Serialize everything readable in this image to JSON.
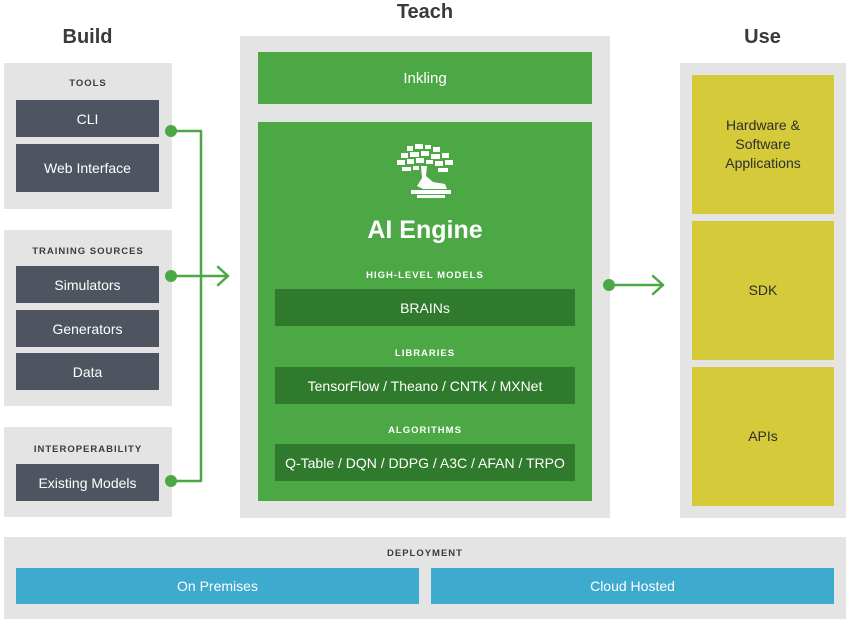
{
  "columns": {
    "build": "Build",
    "teach": "Teach",
    "use": "Use"
  },
  "build": {
    "tools": {
      "label": "TOOLS",
      "items": [
        "CLI",
        "Web Interface"
      ]
    },
    "training_sources": {
      "label": "TRAINING SOURCES",
      "items": [
        "Simulators",
        "Generators",
        "Data"
      ]
    },
    "interoperability": {
      "label": "INTEROPERABILITY",
      "items": [
        "Existing Models"
      ]
    }
  },
  "teach": {
    "inkling": "Inkling",
    "engine_title": "AI Engine",
    "engine_icon": "bonsai-tree-icon",
    "high_level_models": {
      "label": "HIGH-LEVEL MODELS",
      "value": "BRAINs"
    },
    "libraries": {
      "label": "LIBRARIES",
      "value": "TensorFlow / Theano / CNTK / MXNet"
    },
    "algorithms": {
      "label": "ALGORITHMS",
      "value": "Q-Table / DQN / DDPG / A3C / AFAN / TRPO"
    }
  },
  "use": {
    "items": [
      "Hardware &\nSoftware\nApplications",
      "SDK",
      "APIs"
    ]
  },
  "deployment": {
    "label": "DEPLOYMENT",
    "items": [
      "On Premises",
      "Cloud Hosted"
    ]
  },
  "colors": {
    "panel": "#e4e4e4",
    "dark_button": "#4f5560",
    "green": "#4ba844",
    "dark_green": "#2f7a2c",
    "yellow": "#d4ca3a",
    "blue": "#3eaacd",
    "connector": "#4ba844"
  }
}
